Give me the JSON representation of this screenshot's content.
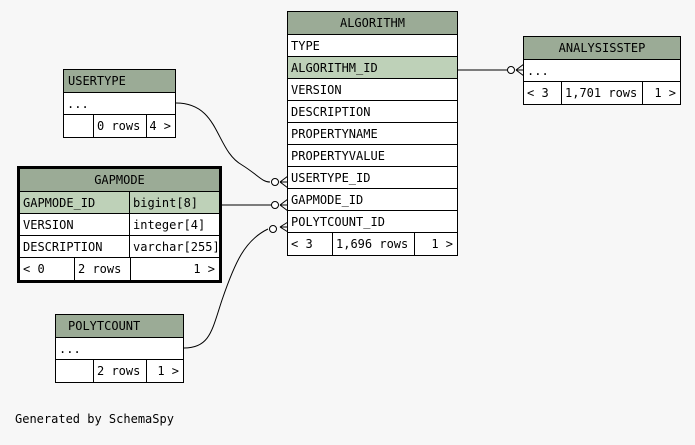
{
  "tables": {
    "algorithm": {
      "title": "ALGORITHM",
      "rows": [
        "TYPE",
        "ALGORITHM_ID",
        "VERSION",
        "DESCRIPTION",
        "PROPERTYNAME",
        "PROPERTYVALUE",
        "USERTYPE_ID",
        "GAPMODE_ID",
        "POLYTCOUNT_ID"
      ],
      "footer": {
        "parents": "< 3",
        "rows": "1,696 rows",
        "children": "1 >"
      }
    },
    "analysisstep": {
      "title": "ANALYSISSTEP",
      "rows": [
        "..."
      ],
      "footer": {
        "parents": "< 3",
        "rows": "1,701 rows",
        "children": "1 >"
      }
    },
    "usertype": {
      "title": "USERTYPE",
      "rows": [
        "..."
      ],
      "footer": {
        "parents": "",
        "rows": "0 rows",
        "children": "4 >"
      }
    },
    "gapmode": {
      "title": "GAPMODE",
      "columns": [
        {
          "name": "GAPMODE_ID",
          "type": "bigint[8]"
        },
        {
          "name": "VERSION",
          "type": "integer[4]"
        },
        {
          "name": "DESCRIPTION",
          "type": "varchar[255]"
        }
      ],
      "footer": {
        "parents": "< 0",
        "rows": "2 rows",
        "children": "1 >"
      }
    },
    "polytcount": {
      "title": "POLYTCOUNT",
      "rows": [
        "..."
      ],
      "footer": {
        "parents": "",
        "rows": "2 rows",
        "children": "1 >"
      }
    }
  },
  "footer_text": "Generated by SchemaSpy"
}
